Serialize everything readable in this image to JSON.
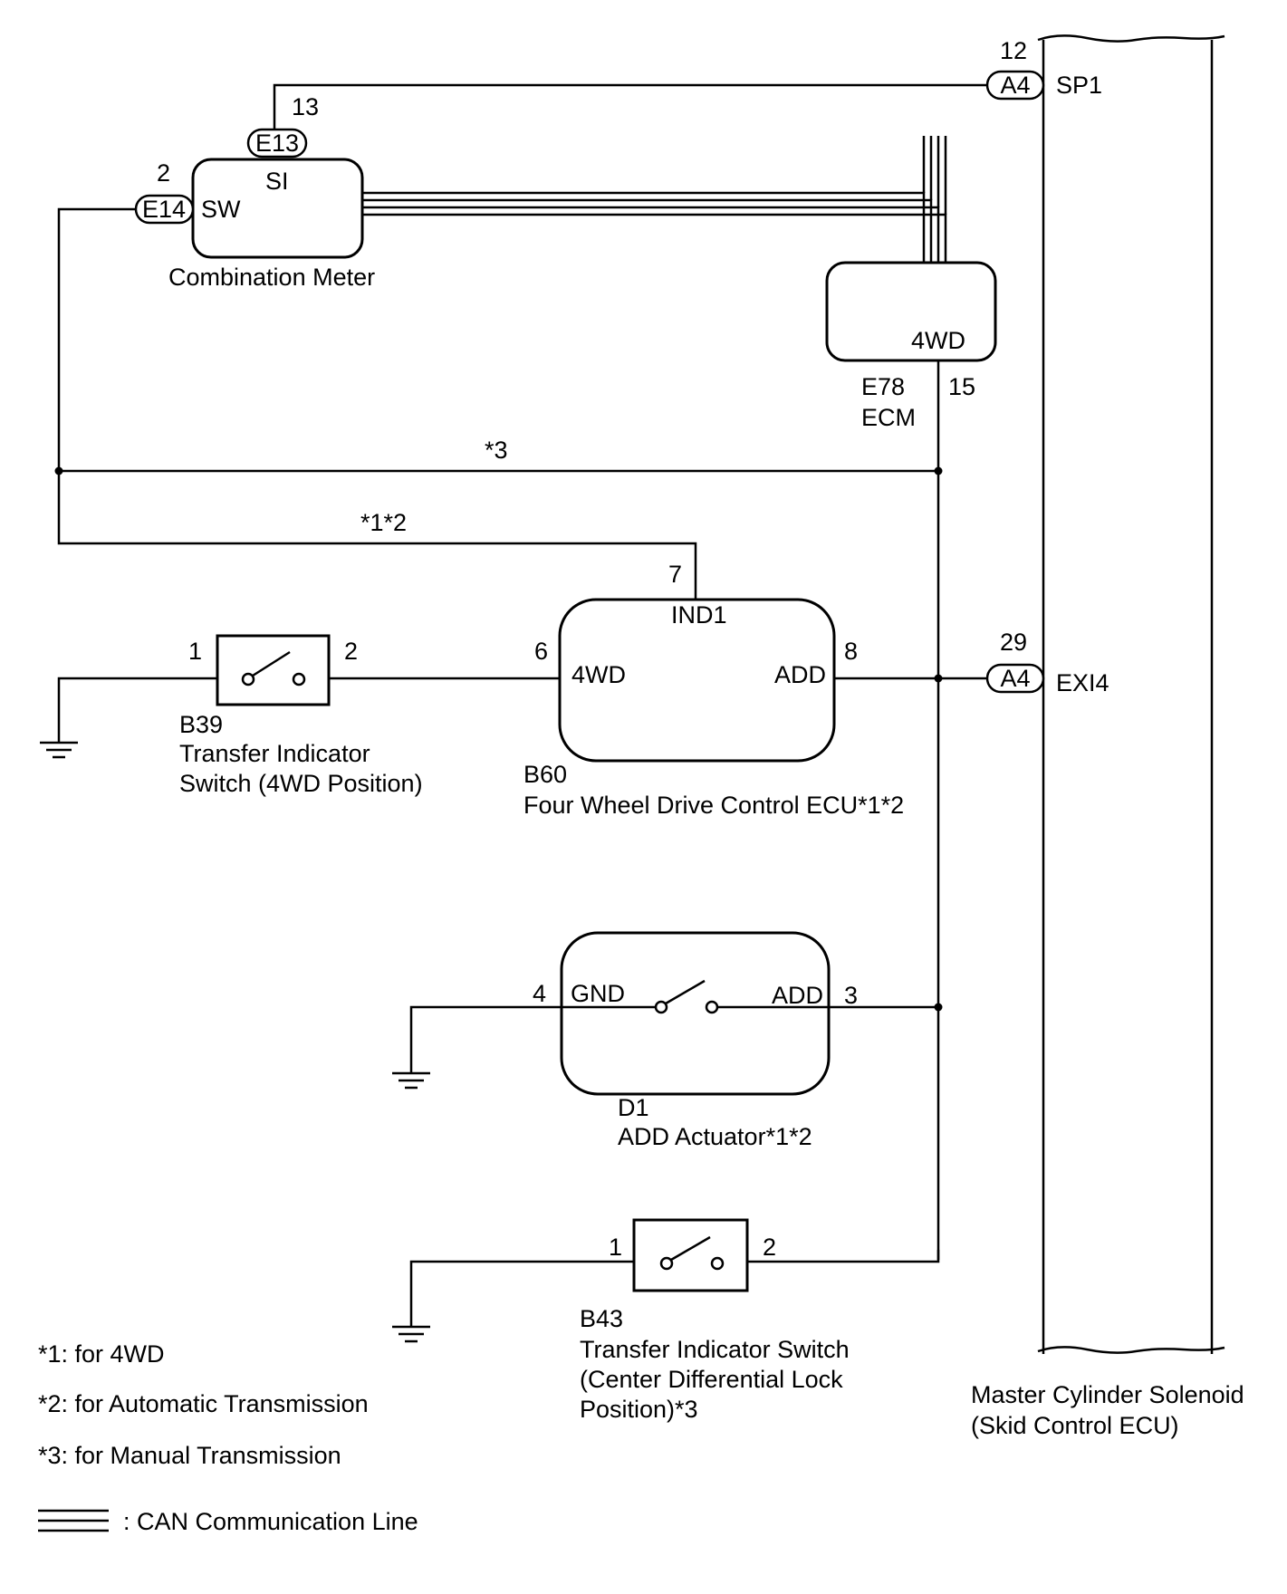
{
  "components": {
    "combination_meter": {
      "name": "Combination Meter",
      "pin_si": "SI",
      "pin_sw": "SW",
      "conn_si": "E13",
      "conn_sw": "E14",
      "pinno_si": "13",
      "pinno_sw": "2"
    },
    "ecm": {
      "code": "E78",
      "name": "ECM",
      "pin": "4WD",
      "pinno": "15"
    },
    "skid_ecu": {
      "name_line1": "Master Cylinder Solenoid",
      "name_line2": "(Skid Control ECU)",
      "pin_sp1": "SP1",
      "pin_exi4": "EXI4",
      "conn_sp1": "A4",
      "conn_exi4": "A4",
      "pinno_sp1": "12",
      "pinno_exi4": "29"
    },
    "b39": {
      "code": "B39",
      "name_line1": "Transfer Indicator",
      "name_line2": "Switch (4WD Position)",
      "pin1": "1",
      "pin2": "2"
    },
    "b60": {
      "code": "B60",
      "name": "Four Wheel Drive Control ECU*1*2",
      "pin_ind1": "IND1",
      "pin_4wd": "4WD",
      "pin_add": "ADD",
      "pinno_ind1": "7",
      "pinno_4wd": "6",
      "pinno_add": "8"
    },
    "d1": {
      "code": "D1",
      "name": "ADD Actuator*1*2",
      "pin_gnd": "GND",
      "pin_add": "ADD",
      "pinno_gnd": "4",
      "pinno_add": "3"
    },
    "b43": {
      "code": "B43",
      "name_line1": "Transfer Indicator Switch",
      "name_line2": "(Center Differential Lock",
      "name_line3": "Position)*3",
      "pin1": "1",
      "pin2": "2"
    }
  },
  "wire_notes": {
    "w3": "*3",
    "w12": "*1*2"
  },
  "notes": [
    "*1: for 4WD",
    "*2: for Automatic Transmission",
    "*3: for Manual Transmission"
  ],
  "legend": {
    "can_line": ": CAN Communication Line"
  }
}
